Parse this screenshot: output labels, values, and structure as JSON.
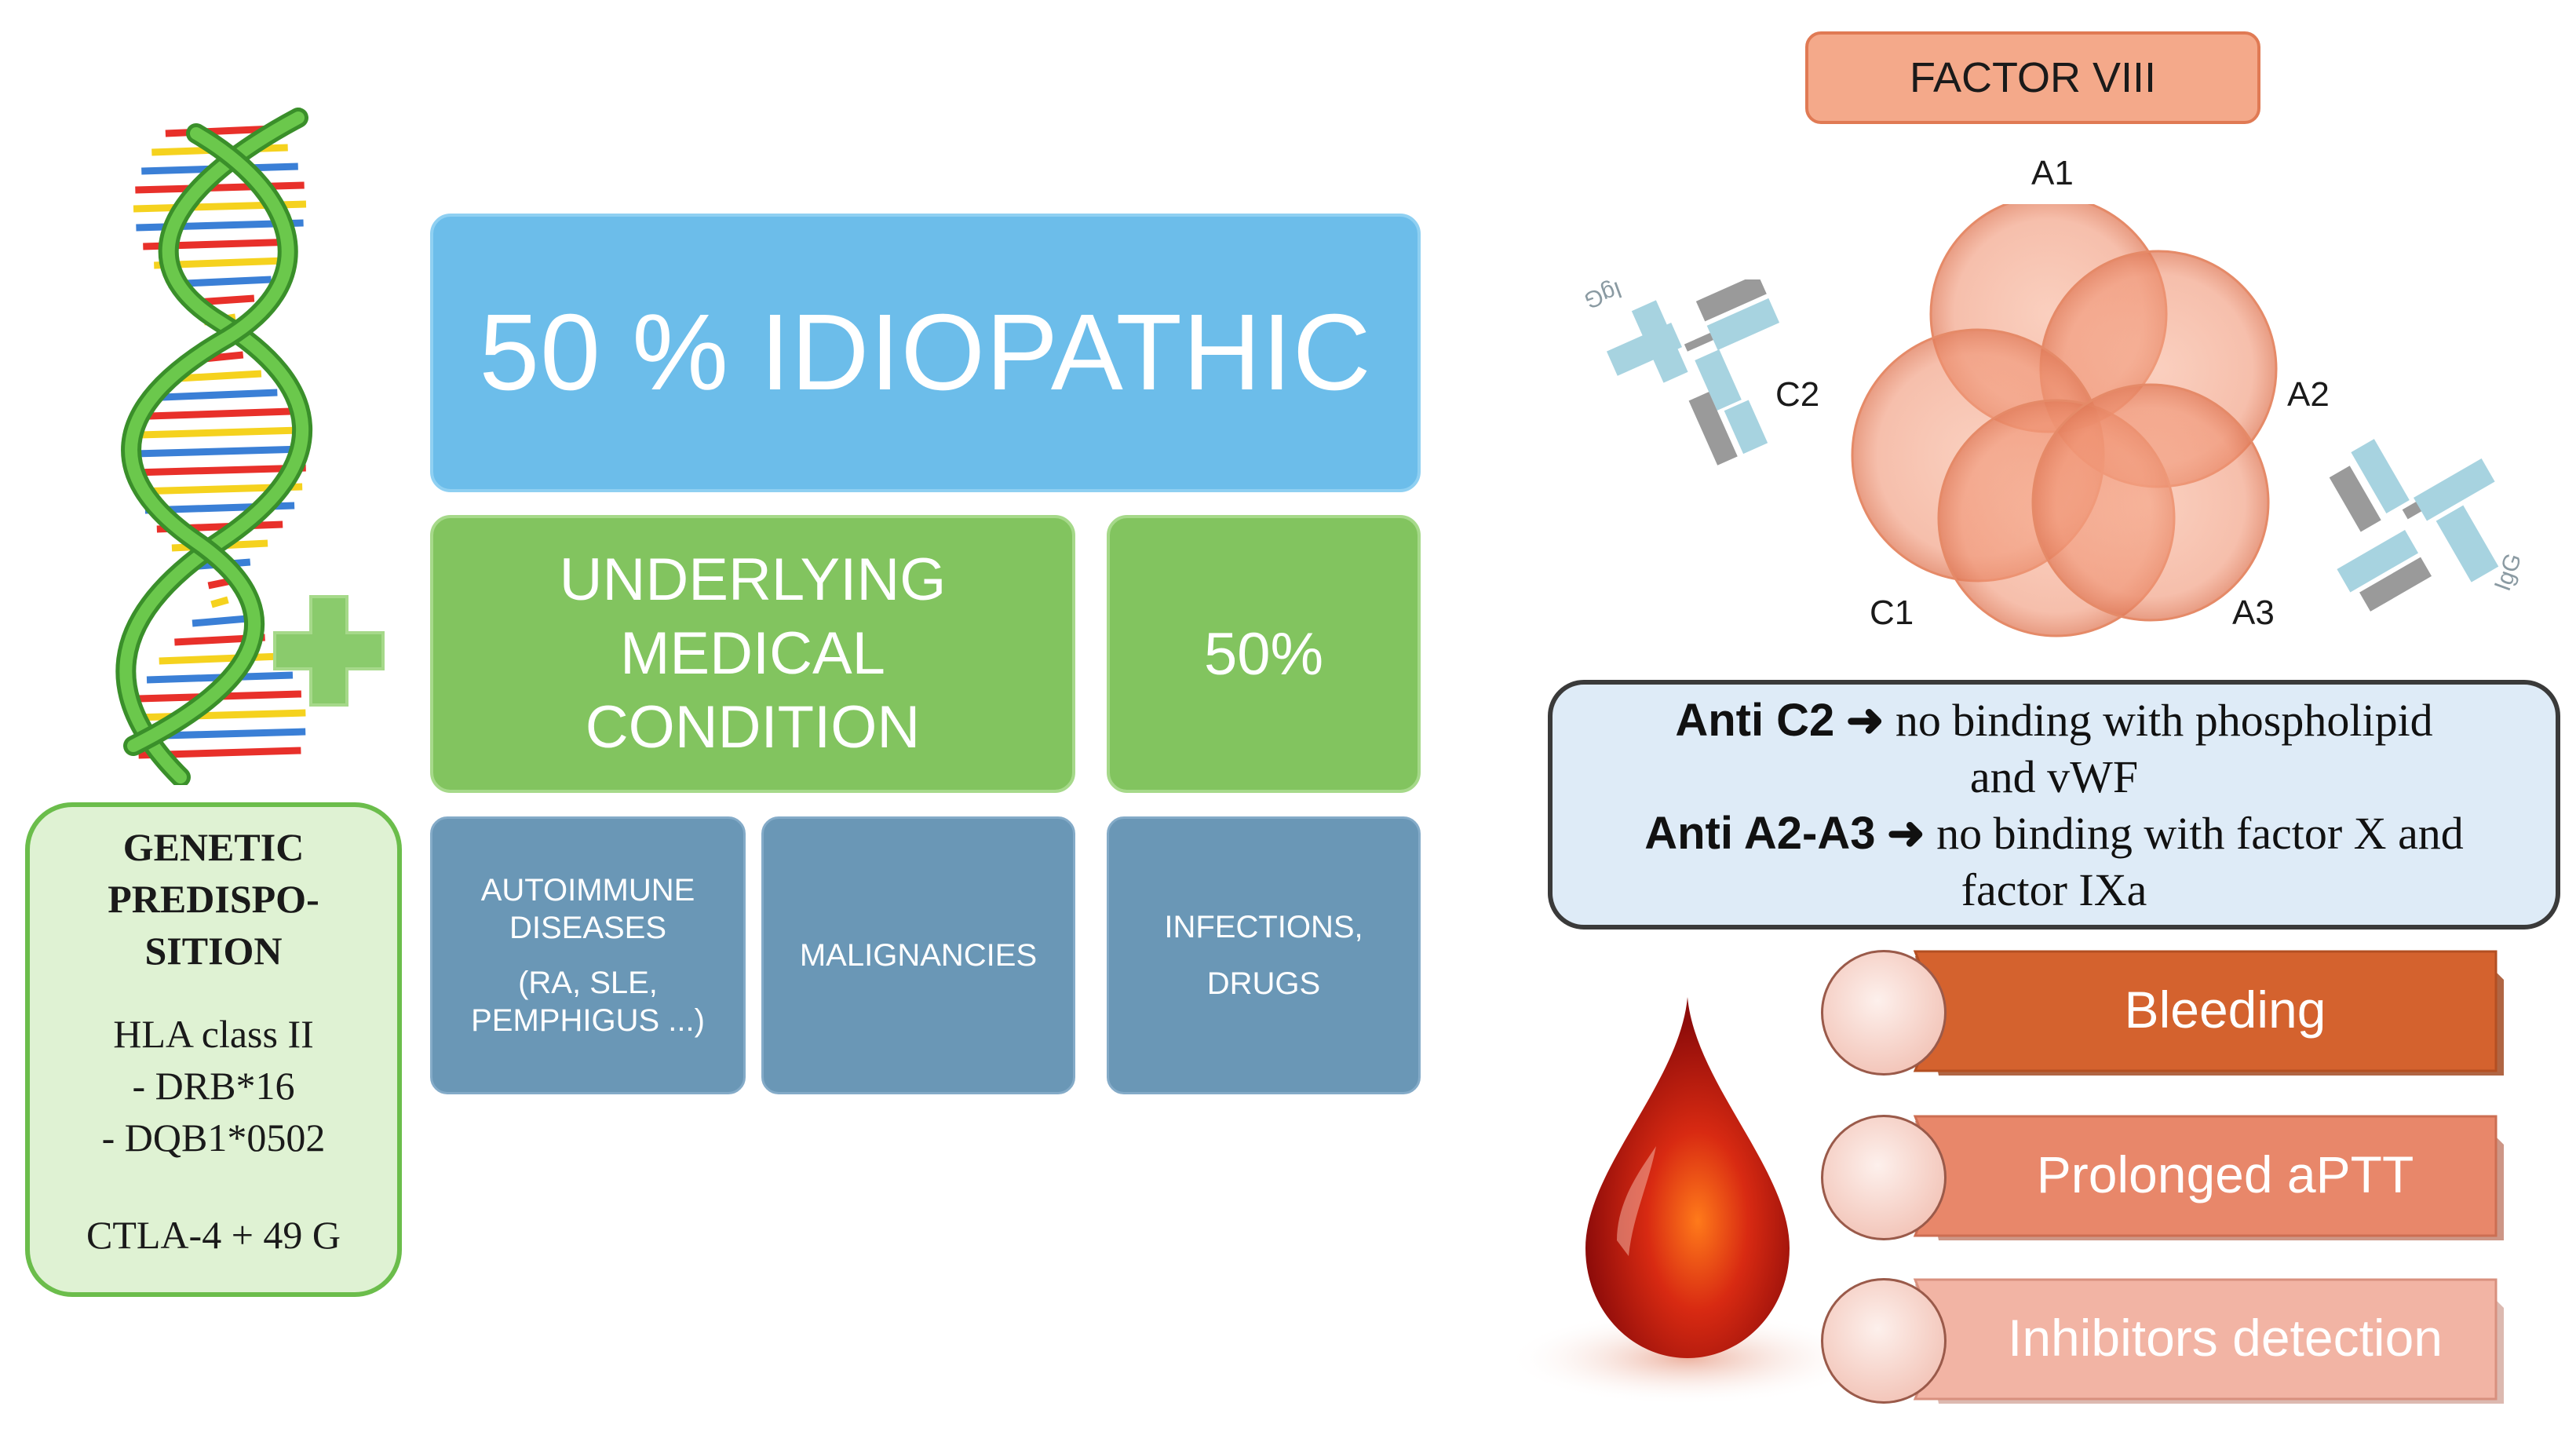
{
  "central": {
    "idiopathic": "50 % IDIOPATHIC",
    "underlying": [
      "UNDERLYING",
      "MEDICAL",
      "CONDITION"
    ],
    "underlying_pct": "50%",
    "causes": {
      "autoimmune_title": [
        "AUTOIMMUNE",
        "DISEASES"
      ],
      "autoimmune_examples": [
        "(RA, SLE,",
        "PEMPHIGUS ...)"
      ],
      "malignancies": "MALIGNANCIES",
      "infections": [
        "INFECTIONS,",
        "DRUGS"
      ]
    }
  },
  "genetic": {
    "title": [
      "GENETIC",
      "PREDISPO-",
      "SITION"
    ],
    "hla": [
      "HLA class II",
      "- DRB*16",
      "- DQB1*0502"
    ],
    "ctla": "CTLA-4 + 49 G"
  },
  "factor": {
    "label": "FACTOR VIII",
    "domains": {
      "a1": "A1",
      "a2": "A2",
      "a3": "A3",
      "c1": "C1",
      "c2": "C2"
    },
    "antibody_label": "IgG"
  },
  "anti": {
    "c2_bold": "Anti C2",
    "c2_text_1": "no binding with phospholipid",
    "c2_text_2": "and vWF",
    "a2a3_bold": "Anti A2-A3",
    "a2a3_text_1": "no binding with factor X and",
    "a2a3_text_2": "factor IXa"
  },
  "symptoms": [
    {
      "label": "Bleeding"
    },
    {
      "label": "Prolonged aPTT"
    },
    {
      "label": "Inhibitors detection"
    }
  ],
  "colors": {
    "blue": "#6cbdea",
    "green": "#82c45f",
    "slate": "#6a97b6",
    "genetic_bg": "#dff2d3",
    "anti_bg": "#deebf7",
    "bleeding": "#d4622e",
    "aptt": "#e8876a",
    "inhibitors": "#f2b4a4",
    "blood": "#c61a14"
  }
}
